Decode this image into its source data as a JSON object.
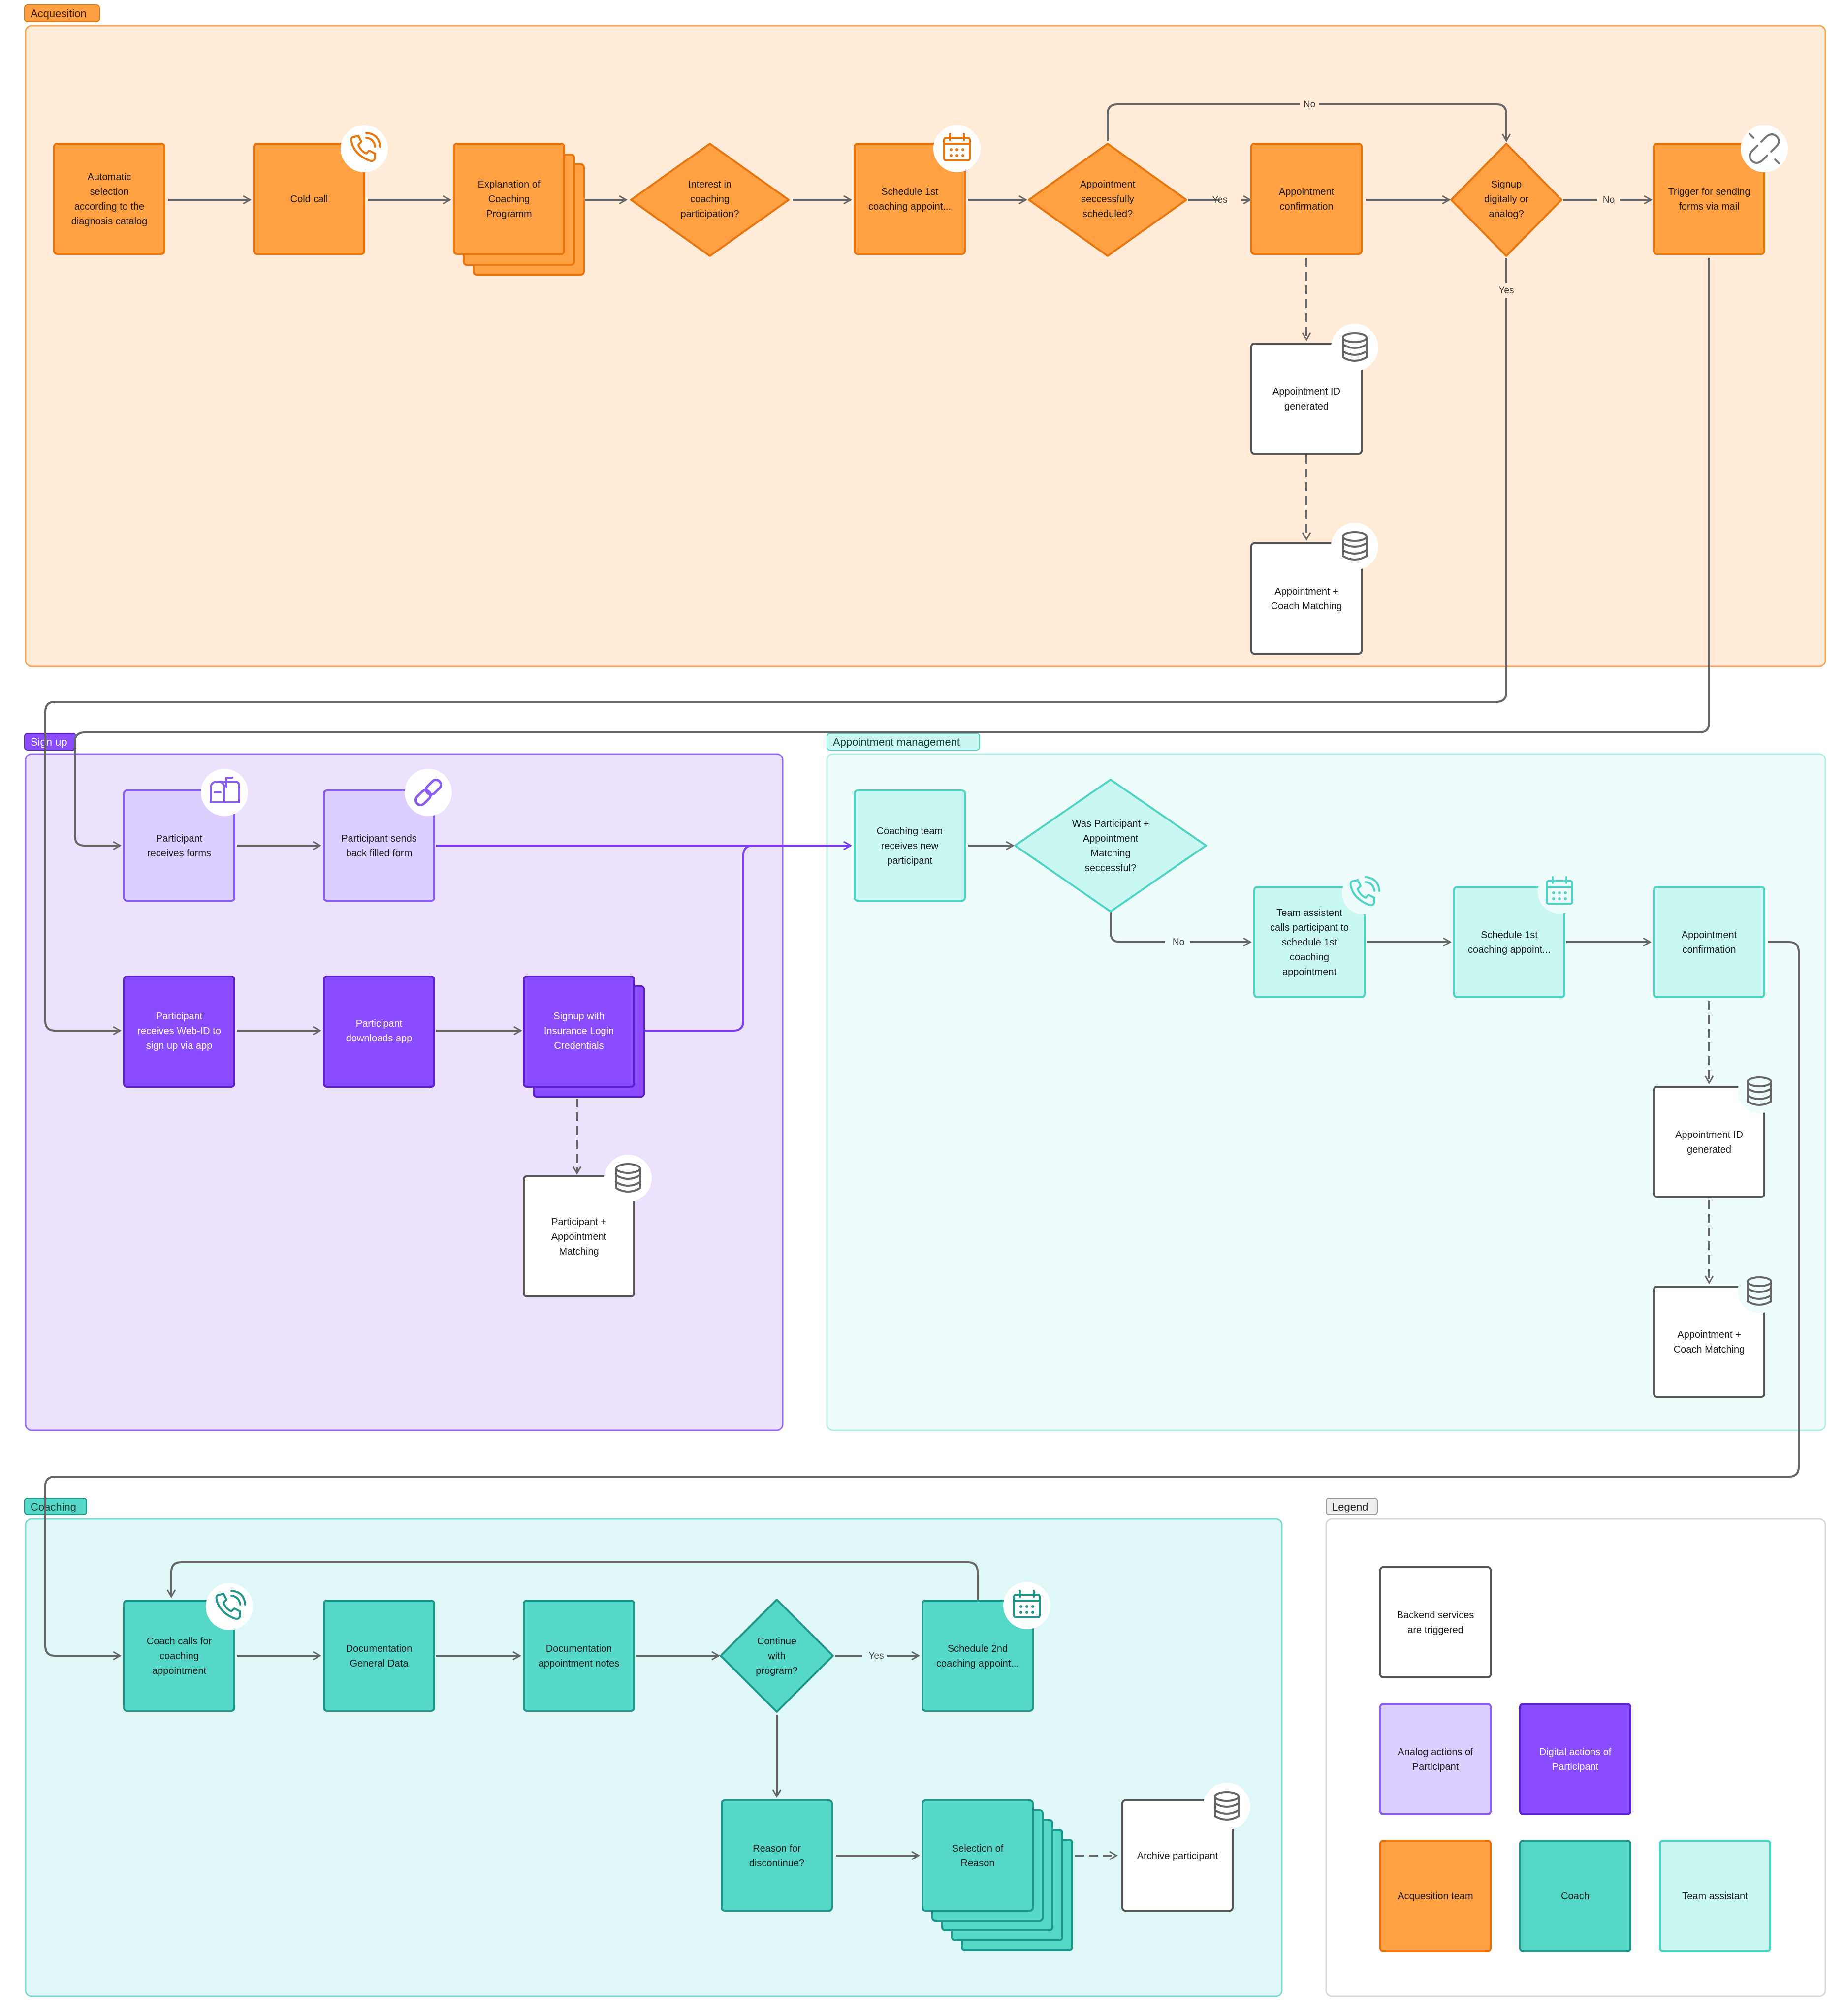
{
  "colors": {
    "acq_fill": "#ffa043",
    "acq_stroke": "#e8750e",
    "acq_lane": "#ffebd8",
    "acq_lane_stroke": "#f2a55c",
    "analog_fill": "#dccfff",
    "analog_stroke": "#8a5cf0",
    "digital_fill": "#8b4bff",
    "digital_stroke": "#5a22c8",
    "signup_lane": "#ece2fe",
    "signup_lane_stroke": "#9a6cf0",
    "coach_fill": "#56d8c8",
    "coach_stroke": "#1f9688",
    "coach_lane": "#dff8f7",
    "coach_lane_stroke": "#7dd9cf",
    "assist_fill": "#c9f8f2",
    "assist_stroke": "#4fd4c4",
    "appt_lane": "#eefcfc",
    "appt_lane_stroke": "#b5ede6",
    "backend_stroke": "#555555",
    "line": "#666666",
    "line_purple": "#7b3ff0"
  },
  "lanes": {
    "acquisition": "Acquesition",
    "signup": "Sign up",
    "appointment": "Appointment management",
    "coaching": "Coaching",
    "legend": "Legend"
  },
  "nodes": {
    "a1": [
      "Automatic",
      "selection",
      "according to the",
      "diagnosis catalog"
    ],
    "a2": [
      "Cold call"
    ],
    "a3": [
      "Explanation of",
      "Coaching",
      "Programm"
    ],
    "a4": [
      "Interest in",
      "coaching",
      "participation?"
    ],
    "a5": [
      "Schedule 1st",
      "coaching appoint..."
    ],
    "a6": [
      "Appointment",
      "seccessfully",
      "scheduled?"
    ],
    "a7": [
      "Appointment",
      "confirmation"
    ],
    "a8": [
      "Signup",
      "digitally or",
      "analog?"
    ],
    "a9": [
      "Trigger for sending",
      "forms via mail"
    ],
    "a10": [
      "Appointment ID",
      "generated"
    ],
    "a11": [
      "Appointment +",
      "Coach Matching"
    ],
    "s1": [
      "Participant",
      "receives forms"
    ],
    "s2": [
      "Participant sends",
      "back filled form"
    ],
    "s3": [
      "Participant",
      "receives Web-ID to",
      "sign up via app"
    ],
    "s4": [
      "Participant",
      "downloads app"
    ],
    "s5": [
      "Signup with",
      "Insurance Login",
      "Credentials"
    ],
    "s6": [
      "Participant +",
      "Appointment",
      "Matching"
    ],
    "m1": [
      "Coaching team",
      "receives new",
      "participant"
    ],
    "m2": [
      "Was Participant +",
      "Appointment",
      "Matching",
      "seccessful?"
    ],
    "m3": [
      "Team assistent",
      "calls participant to",
      "schedule 1st",
      "coaching",
      "appointment"
    ],
    "m4": [
      "Schedule 1st",
      "coaching appoint..."
    ],
    "m5": [
      "Appointment",
      "confirmation"
    ],
    "m6": [
      "Appointment ID",
      "generated"
    ],
    "m7": [
      "Appointment +",
      "Coach Matching"
    ],
    "c1": [
      "Coach calls for",
      "coaching",
      "appointment"
    ],
    "c2": [
      "Documentation",
      "General Data"
    ],
    "c3": [
      "Documentation",
      "appointment notes"
    ],
    "c4": [
      "Continue",
      "with",
      "program?"
    ],
    "c5": [
      "Schedule 2nd",
      "coaching appoint..."
    ],
    "c6": [
      "Reason for",
      "discontinue?"
    ],
    "c7": [
      "Selection of",
      "Reason"
    ],
    "c8": [
      "Archive participant"
    ],
    "l1": [
      "Backend services",
      "are triggered"
    ],
    "l2": [
      "Analog actions of",
      "Participant"
    ],
    "l3": [
      "Digital actions of",
      "Participant"
    ],
    "l4": [
      "Acquesition team"
    ],
    "l5": [
      "Coach"
    ],
    "l6": [
      "Team assistant"
    ]
  },
  "edge_labels": {
    "yes": "Yes",
    "no": "No"
  },
  "icons": [
    "phone-icon",
    "calendar-icon",
    "database-icon",
    "link-icon",
    "broken-link-icon",
    "mailbox-icon"
  ]
}
